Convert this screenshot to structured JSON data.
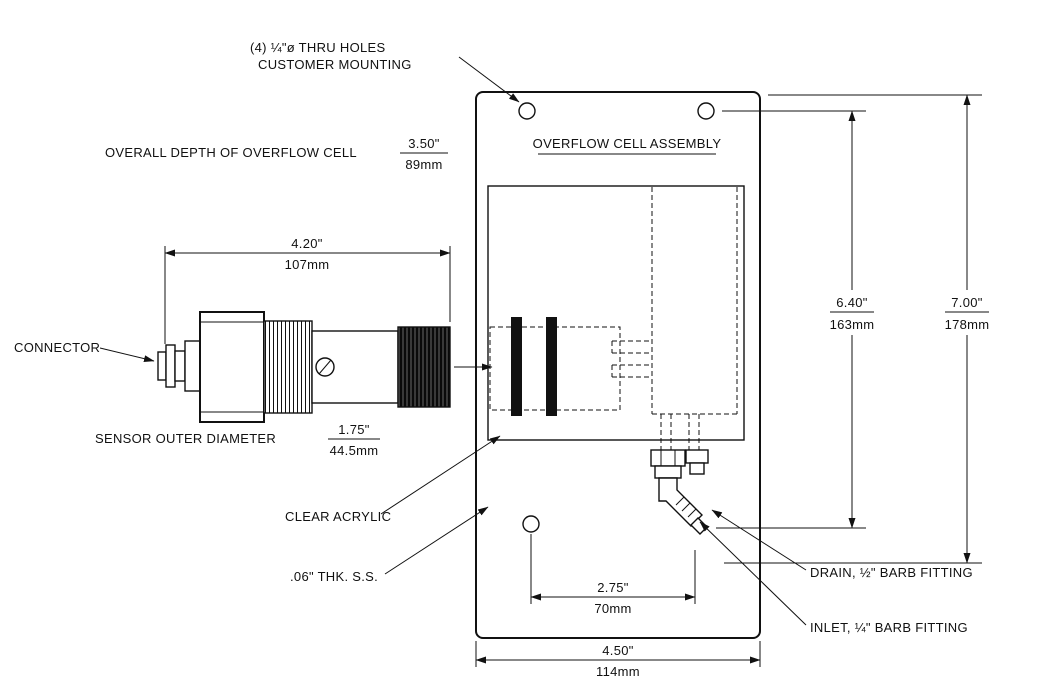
{
  "colors": {
    "line": "#111111",
    "background": "#ffffff"
  },
  "title": "OVERFLOW CELL ASSEMBLY",
  "callouts": {
    "thru_holes_line1": "(4) ¼\"ø THRU HOLES",
    "thru_holes_line2": "CUSTOMER MOUNTING",
    "overall_depth_label": "OVERALL DEPTH OF OVERFLOW CELL",
    "connector": "CONNECTOR",
    "sensor_od_label": "SENSOR OUTER DIAMETER",
    "clear_acrylic": "CLEAR ACRYLIC",
    "sheet_metal": ".06\" THK. S.S.",
    "drain": "DRAIN, ½\" BARB FITTING",
    "inlet": "INLET, ¼\" BARB FITTING"
  },
  "dims": {
    "overall_depth": {
      "in": "3.50\"",
      "mm": "89mm"
    },
    "sensor_length": {
      "in": "4.20\"",
      "mm": "107mm"
    },
    "sensor_od": {
      "in": "1.75\"",
      "mm": "44.5mm"
    },
    "hole_span": {
      "in": "6.40\"",
      "mm": "163mm"
    },
    "overall_height": {
      "in": "7.00\"",
      "mm": "178mm"
    },
    "port_span": {
      "in": "2.75\"",
      "mm": "70mm"
    },
    "overall_width": {
      "in": "4.50\"",
      "mm": "114mm"
    }
  }
}
